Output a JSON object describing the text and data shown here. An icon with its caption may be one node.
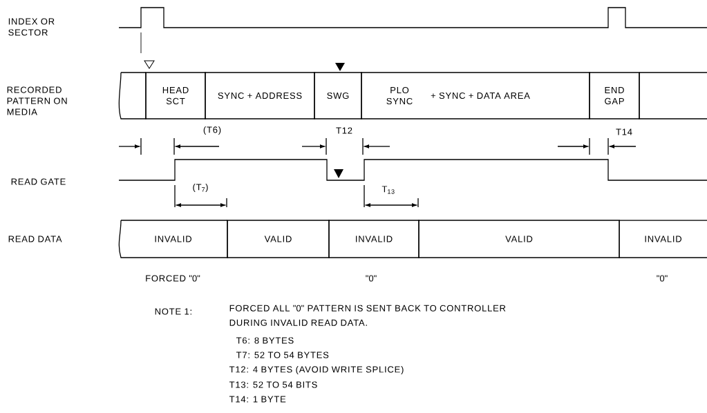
{
  "diagram": {
    "nodes": [
      {
        "text": [],
        "shape": "box"
      },
      {
        "text": [
          "HEAD SCT"
        ]
      },
      {
        "text": [
          "SYNC + ADDRESS"
        ]
      },
      {
        "text": [
          "SWG"
        ]
      },
      {
        "text": [
          "PLO SYNC",
          "+ SYNC + DATA AREA"
        ]
      },
      {
        "text": [
          "END GAP"
        ]
      },
      {
        "text": [],
        "shape": "box"
      },
      {
        "text": [
          "INVALID"
        ]
      },
      {
        "text": [
          "VALID"
        ]
      },
      {
        "text": [
          "INVALID"
        ]
      },
      {
        "text": [
          "VALID"
        ]
      },
      {
        "text": [
          "INVALID"
        ]
      }
    ],
    "labels": [
      "INDEX OR SECTOR",
      "RECORDED PATTERN ON MEDIA",
      "(T6)",
      "T12",
      "T14",
      "READ GATE",
      "(T$_{7}$)",
      "T$_{13}$",
      "READ DATA",
      "FORCED \"0\"",
      "\"0\"",
      "\"0\"",
      "NOTE 1:",
      "FORCED ALL \"0\" PATTERN IS SENT BACK TO CONTROLLER DURING INVALID READ DATA.",
      "T6: 8 BYTES",
      "T7: 52 TO 54 BYTES",
      "T12: 4 BYTES (AVOID WRITE SPLICE)",
      "T13: 52 TO 54 BITS",
      "T14: 1 BYTE"
    ]
  }
}
